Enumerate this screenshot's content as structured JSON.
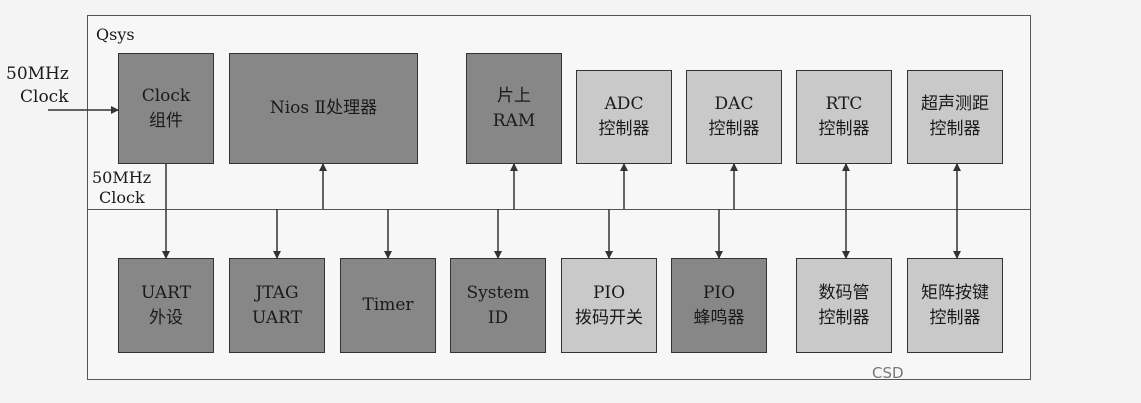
{
  "frame_label": "Qsys",
  "clock_in_label": "50MHz Clock",
  "clock_in_lines": [
    "50MHz",
    "Clock"
  ],
  "clock_out_lines": [
    "50MHz",
    "Clock"
  ],
  "top_blocks": [
    {
      "id": "clock",
      "lines": [
        "Clock",
        "组件"
      ],
      "style": "dark"
    },
    {
      "id": "nios",
      "lines": [
        "Nios Ⅱ处理器"
      ],
      "style": "dark"
    },
    {
      "id": "ram",
      "lines": [
        "片上",
        "RAM"
      ],
      "style": "dark"
    },
    {
      "id": "adc",
      "lines": [
        "ADC",
        "控制器"
      ],
      "style": "light"
    },
    {
      "id": "dac",
      "lines": [
        "DAC",
        "控制器"
      ],
      "style": "light"
    },
    {
      "id": "rtc",
      "lines": [
        "RTC",
        "控制器"
      ],
      "style": "light"
    },
    {
      "id": "ultrasonic",
      "lines": [
        "超声测距",
        "控制器"
      ],
      "style": "light"
    }
  ],
  "bottom_blocks": [
    {
      "id": "uart",
      "lines": [
        "UART",
        "外设"
      ],
      "style": "dark"
    },
    {
      "id": "jtag",
      "lines": [
        "JTAG",
        "UART"
      ],
      "style": "dark"
    },
    {
      "id": "timer",
      "lines": [
        "Timer"
      ],
      "style": "dark"
    },
    {
      "id": "sysid",
      "lines": [
        "System",
        "ID"
      ],
      "style": "dark"
    },
    {
      "id": "pio-switch",
      "lines": [
        "PIO",
        "拨码开关"
      ],
      "style": "light"
    },
    {
      "id": "pio-buzzer",
      "lines": [
        "PIO",
        "蜂鸣器"
      ],
      "style": "dark"
    },
    {
      "id": "seg",
      "lines": [
        "数码管",
        "控制器"
      ],
      "style": "light"
    },
    {
      "id": "keypad",
      "lines": [
        "矩阵按键",
        "控制器"
      ],
      "style": "light"
    }
  ],
  "watermark": "CSD",
  "colors": {
    "dark_block": "#878787",
    "light_block": "#c9c9c9",
    "line": "#333333"
  }
}
